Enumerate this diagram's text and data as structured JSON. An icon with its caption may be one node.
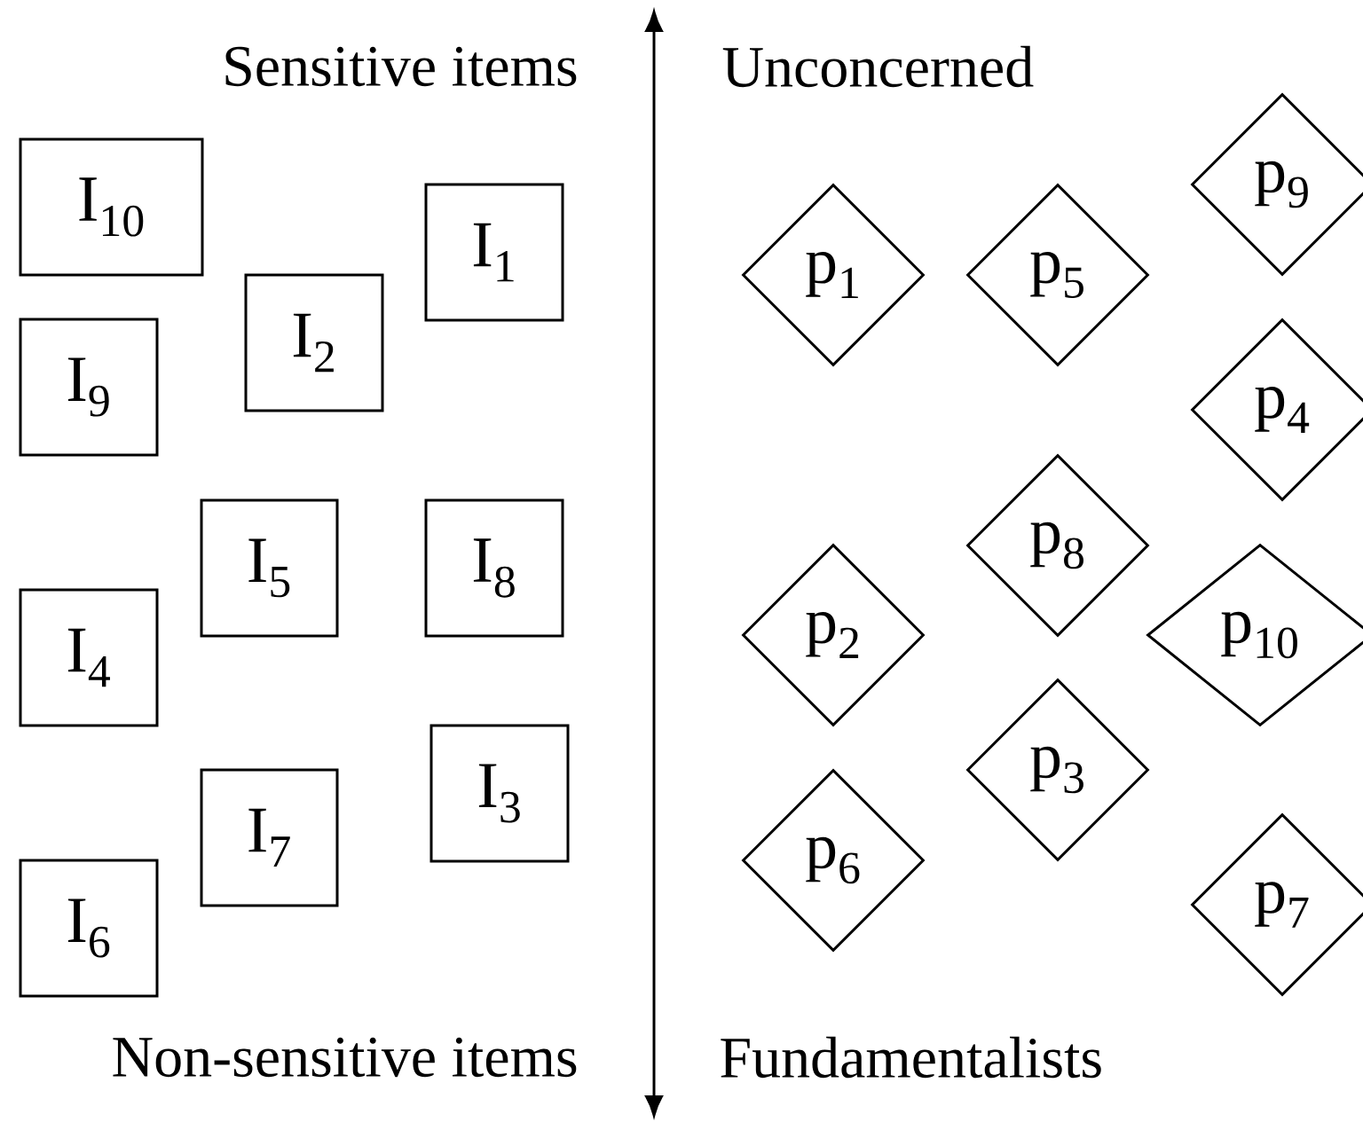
{
  "diagram": {
    "nodes": [
      {
        "text": [
          "I$_{10}$"
        ]
      },
      {
        "text": [
          "I$_{1}$"
        ]
      },
      {
        "text": [
          "I$_{2}$"
        ]
      },
      {
        "text": [
          "I$_{9}$"
        ]
      },
      {
        "text": [
          "I$_{5}$"
        ]
      },
      {
        "text": [
          "I$_{8}$"
        ]
      },
      {
        "text": [
          "I$_{4}$"
        ]
      },
      {
        "text": [
          "I$_{3}$"
        ]
      },
      {
        "text": [
          "I$_{7}$"
        ]
      },
      {
        "text": [
          "I$_{6}$"
        ]
      },
      {
        "text": [
          "p$_{9}$"
        ]
      },
      {
        "text": [
          "p$_{1}$"
        ]
      },
      {
        "text": [
          "p$_{5}$"
        ]
      },
      {
        "text": [
          "p$_{4}$"
        ]
      },
      {
        "text": [
          "p$_{8}$"
        ]
      },
      {
        "text": [
          "p$_{2}$"
        ]
      },
      {
        "text": [
          "p$_{10}$"
        ]
      },
      {
        "text": [
          "p$_{3}$"
        ]
      },
      {
        "text": [
          "p$_{6}$"
        ]
      },
      {
        "text": [
          "p$_{7}$"
        ]
      }
    ],
    "labels": [
      "Sensitive items",
      "Unconcerned",
      "Non-sensitive items",
      "Fundamentalists"
    ]
  }
}
